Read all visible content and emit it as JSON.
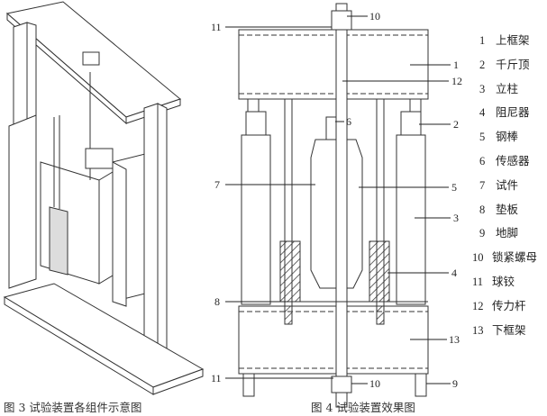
{
  "figure3": {
    "caption": "图 3  试验装置各组件示意图"
  },
  "figure4": {
    "caption": "图 4   试验装置效果图",
    "callouts": {
      "c11_top": "11",
      "c10_top": "10",
      "c1": "1",
      "c12": "12",
      "c2": "2",
      "c6": "6",
      "c7": "7",
      "c5": "5",
      "c3": "3",
      "c4": "4",
      "c8": "8",
      "c13": "13",
      "c11_bot": "11",
      "c10_bot": "10",
      "c9": "9"
    }
  },
  "legend": [
    {
      "num": "1",
      "name": "上框架"
    },
    {
      "num": "2",
      "name": "千斤顶"
    },
    {
      "num": "3",
      "name": "立柱"
    },
    {
      "num": "4",
      "name": "阻尼器"
    },
    {
      "num": "5",
      "name": "钢棒"
    },
    {
      "num": "6",
      "name": "传感器"
    },
    {
      "num": "7",
      "name": "试件"
    },
    {
      "num": "8",
      "name": "垫板"
    },
    {
      "num": "9",
      "name": "地脚"
    },
    {
      "num": "10",
      "name": "锁紧螺母"
    },
    {
      "num": "11",
      "name": "球铰"
    },
    {
      "num": "12",
      "name": "传力杆"
    },
    {
      "num": "13",
      "name": "下框架"
    }
  ]
}
